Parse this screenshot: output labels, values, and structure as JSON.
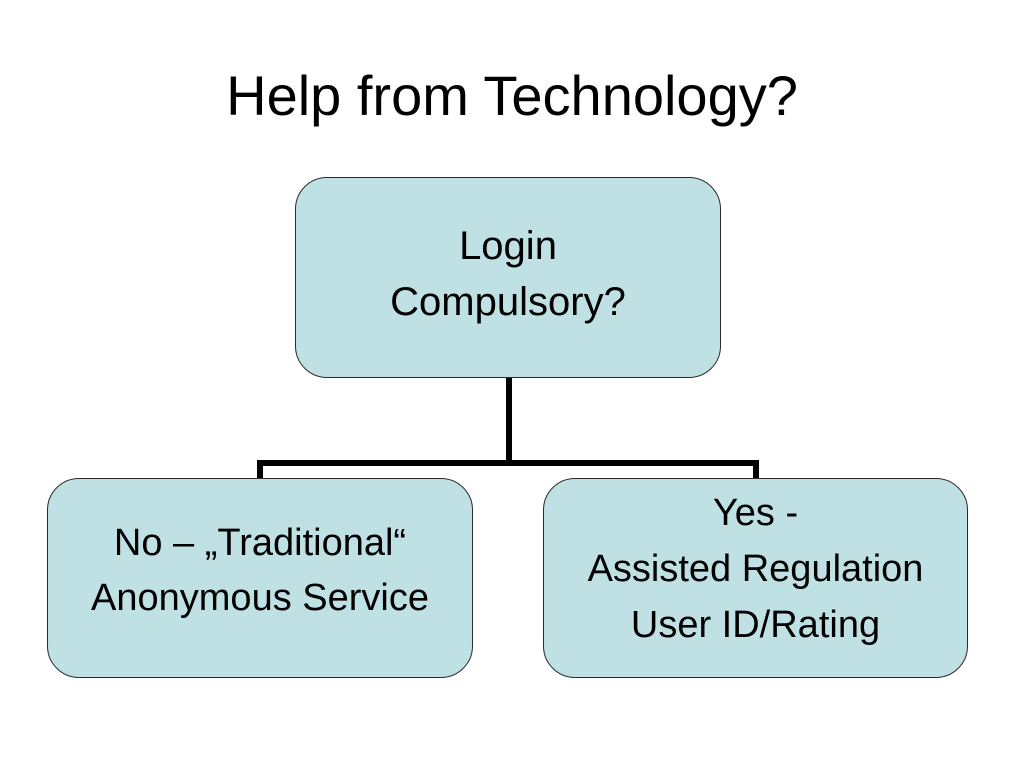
{
  "title": "Help from Technology?",
  "colors": {
    "node_fill": "#bfe1e4",
    "node_border": "#2b2b2b",
    "connector": "#000000"
  },
  "diagram": {
    "root": {
      "lines": [
        "Login",
        "Compulsory?"
      ]
    },
    "children": [
      {
        "lines": [
          "No – „Traditional“",
          "Anonymous Service"
        ]
      },
      {
        "lines": [
          "Yes -",
          "Assisted Regulation",
          "User ID/Rating"
        ]
      }
    ]
  }
}
